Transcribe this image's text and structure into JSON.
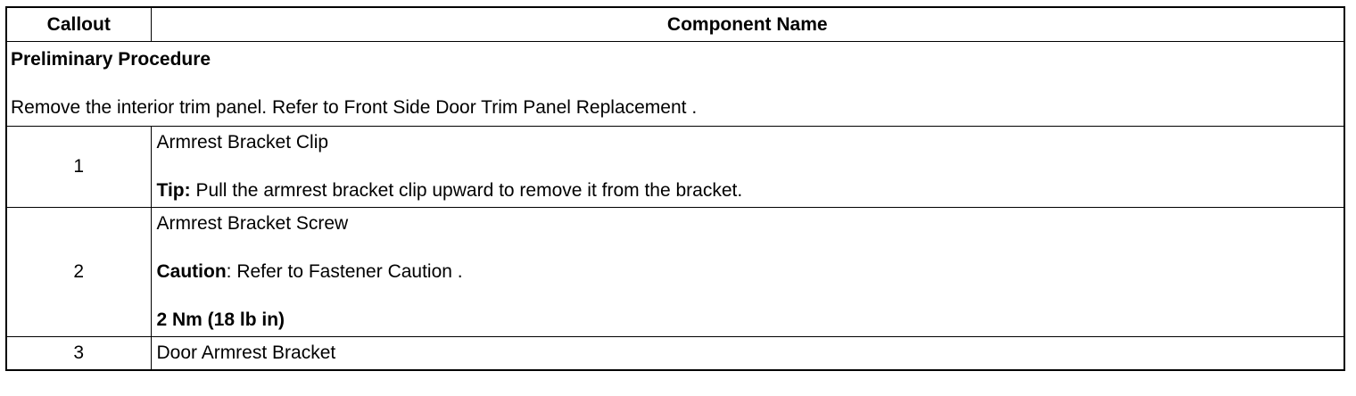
{
  "table": {
    "headers": {
      "callout": "Callout",
      "component_name": "Component Name"
    },
    "preliminary": {
      "title": "Preliminary Procedure",
      "text": "Remove the interior trim panel. Refer to Front Side Door Trim Panel Replacement ."
    },
    "rows": [
      {
        "callout": "1",
        "name": "Armrest Bracket Clip",
        "tip_label": "Tip:",
        "tip_text": " Pull the armrest bracket clip upward to remove it from the bracket."
      },
      {
        "callout": "2",
        "name": "Armrest Bracket Screw",
        "caution_label": "Caution",
        "caution_text": ": Refer to Fastener Caution .",
        "torque": "2 Nm (18 lb in)"
      },
      {
        "callout": "3",
        "name": "Door Armrest Bracket"
      }
    ]
  }
}
